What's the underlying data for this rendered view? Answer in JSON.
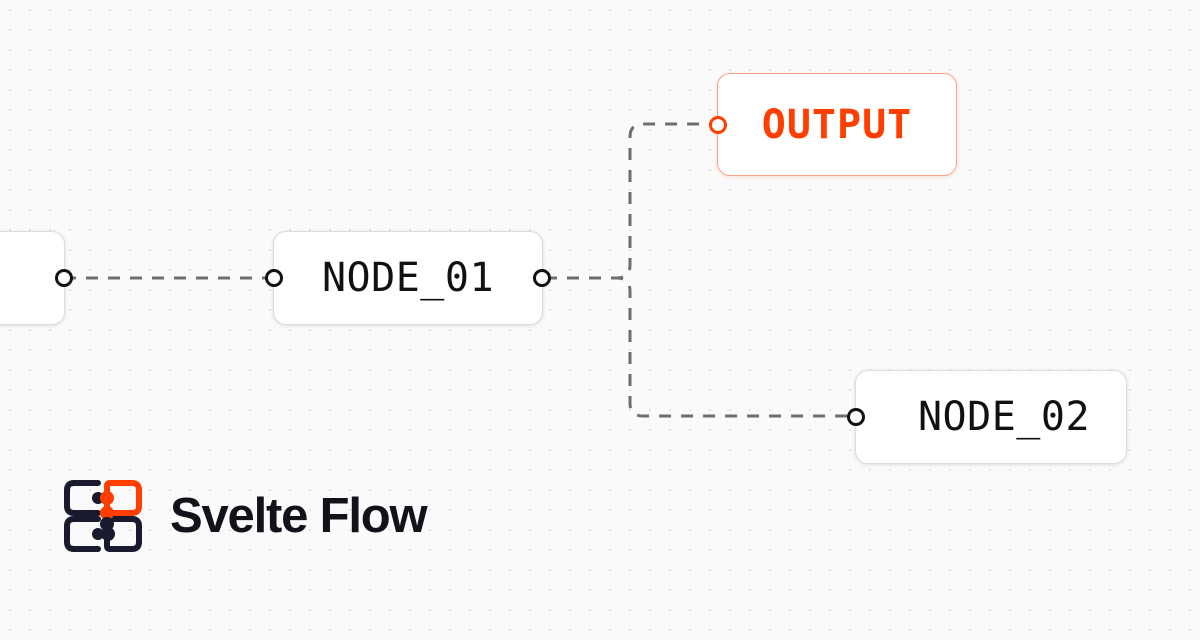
{
  "app": {
    "name": "Svelte Flow",
    "brand_color": "#ff3e00",
    "canvas_background": "#fafafa",
    "dot_color": "#e3e3e3"
  },
  "canvas": {
    "nodes": [
      {
        "id": "node-left",
        "label": "",
        "type": "default",
        "clipped": true,
        "handles": [
          "source-right"
        ]
      },
      {
        "id": "node-01",
        "label": "NODE_01",
        "type": "default",
        "clipped": false,
        "handles": [
          "target-left",
          "source-right"
        ]
      },
      {
        "id": "node-output",
        "label": "OUTPUT",
        "type": "output",
        "clipped": false,
        "handles": [
          "target-left"
        ]
      },
      {
        "id": "node-02",
        "label": "NODE_02",
        "type": "default",
        "clipped": true,
        "handles": [
          "target-left"
        ]
      }
    ],
    "edges": [
      {
        "id": "e-left-node01",
        "source": "node-left",
        "target": "node-01",
        "style": "dashed",
        "color": "#6e6e6e"
      },
      {
        "id": "e-node01-output",
        "source": "node-01",
        "target": "node-output",
        "style": "dashed",
        "color": "#6e6e6e"
      },
      {
        "id": "e-node01-node02",
        "source": "node-01",
        "target": "node-02",
        "style": "dashed",
        "color": "#6e6e6e"
      }
    ],
    "edge_style": {
      "stroke_width": "3",
      "dash_array": "12 10"
    }
  },
  "logo": {
    "text": "Svelte Flow",
    "mark_name": "svelte-flow-logo-mark",
    "accent_square": "top-right",
    "accent_color": "#ff3e00",
    "dark_color": "#1a1a2e"
  }
}
